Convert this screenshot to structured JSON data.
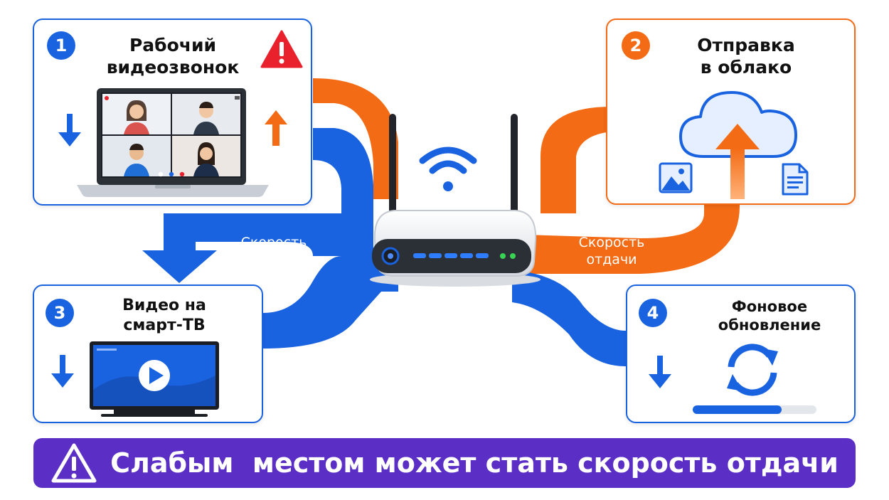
{
  "cards": [
    {
      "number": "1",
      "title": "Рабочий\nвидеозвонок"
    },
    {
      "number": "2",
      "title": "Отправка\nв облако"
    },
    {
      "number": "3",
      "title": "Видео на\nсмарт-ТВ"
    },
    {
      "number": "4",
      "title": "Фоновое\nобновление"
    }
  ],
  "flows": {
    "download_label": "Скорость\nскачивания",
    "upload_label": "Скорость\nотдачи"
  },
  "background_update": {
    "progress": 0.72
  },
  "banner": {
    "text": "Слабым  местом может стать скорость отдачи"
  },
  "colors": {
    "blue": "#1a63e0",
    "orange": "#f36b14",
    "warning_red": "#e8212d",
    "banner_purple": "#5b2fc6",
    "led_green": "#39d353"
  },
  "icons": [
    "warning-icon",
    "wifi-icon",
    "cloud-icon",
    "image-icon",
    "document-icon",
    "sync-icon",
    "play-icon"
  ]
}
